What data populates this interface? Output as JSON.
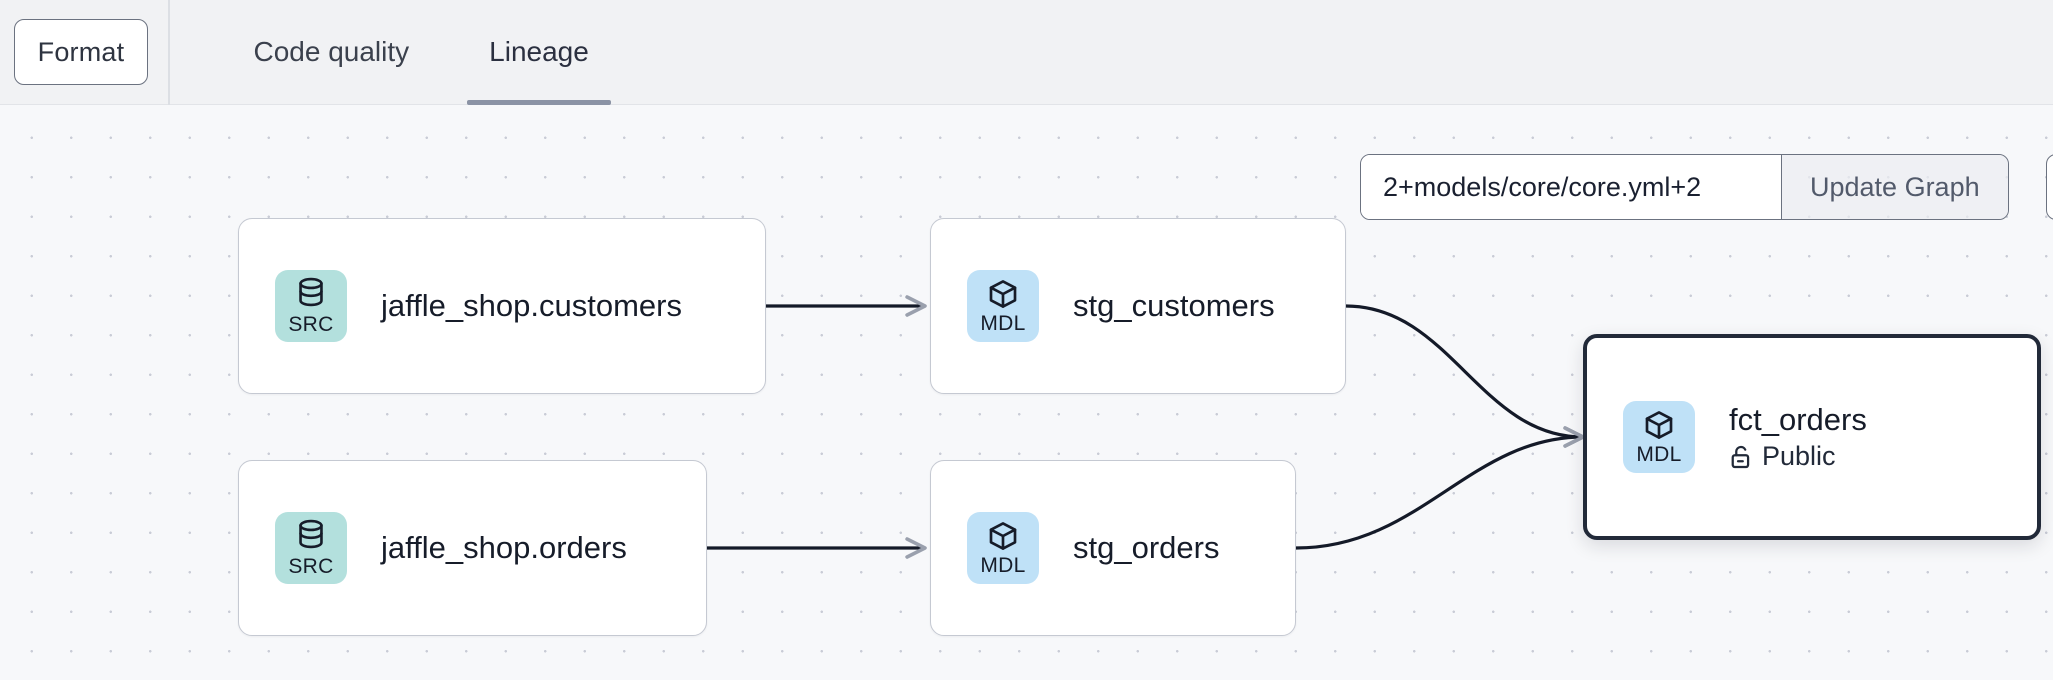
{
  "header": {
    "format_label": "Format",
    "tabs": [
      {
        "label": "Code quality",
        "active": false
      },
      {
        "label": "Lineage",
        "active": true
      }
    ]
  },
  "selector": {
    "input_value": "2+models/core/core.yml+2",
    "input_placeholder": "",
    "update_label": "Update Graph"
  },
  "graph": {
    "nodes": [
      {
        "id": "jaffle_shop_customers",
        "badge": "SRC",
        "badge_icon": "database-icon",
        "title": "jaffle_shop.customers",
        "subtitle": "",
        "selected": false
      },
      {
        "id": "jaffle_shop_orders",
        "badge": "SRC",
        "badge_icon": "database-icon",
        "title": "jaffle_shop.orders",
        "subtitle": "",
        "selected": false
      },
      {
        "id": "stg_customers",
        "badge": "MDL",
        "badge_icon": "cube-icon",
        "title": "stg_customers",
        "subtitle": "",
        "selected": false
      },
      {
        "id": "stg_orders",
        "badge": "MDL",
        "badge_icon": "cube-icon",
        "title": "stg_orders",
        "subtitle": "",
        "selected": false
      },
      {
        "id": "fct_orders",
        "badge": "MDL",
        "badge_icon": "cube-icon",
        "title": "fct_orders",
        "subtitle": "Public",
        "subtitle_icon": "unlock-icon",
        "selected": true
      }
    ],
    "edges": [
      {
        "from": "jaffle_shop_customers",
        "to": "stg_customers"
      },
      {
        "from": "jaffle_shop_orders",
        "to": "stg_orders"
      },
      {
        "from": "stg_customers",
        "to": "fct_orders"
      },
      {
        "from": "stg_orders",
        "to": "fct_orders"
      }
    ]
  },
  "colors": {
    "canvas_bg": "#f7f8fa",
    "header_bg": "#f1f2f4",
    "src_badge": "#b3e0dd",
    "mdl_badge": "#bfe1f7",
    "selected_border": "#222a39",
    "tab_underline": "#8b93a5",
    "edge": "#141a28"
  }
}
